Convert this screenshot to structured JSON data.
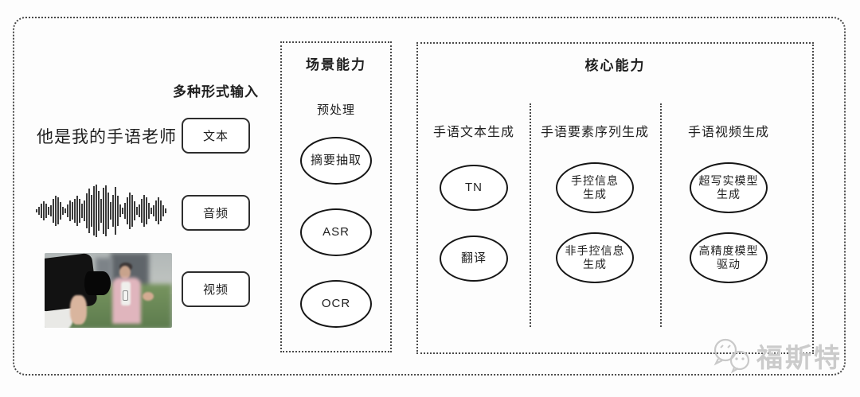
{
  "input_section": {
    "heading": "多种形式输入",
    "text_example": "他是我的手语老师",
    "items": [
      {
        "type": "text",
        "label": "文本"
      },
      {
        "type": "audio",
        "label": "音频"
      },
      {
        "type": "video",
        "label": "视频"
      }
    ]
  },
  "scene_box": {
    "title": "场景能力",
    "stage_label": "预处理",
    "nodes": [
      "摘要抽取",
      "ASR",
      "OCR"
    ]
  },
  "core_box": {
    "title": "核心能力",
    "columns": [
      {
        "header": "手语文本生成",
        "nodes": [
          "TN",
          "翻译"
        ]
      },
      {
        "header": "手语要素序列生成",
        "nodes": [
          "手控信息\n生成",
          "非手控信息\n生成"
        ]
      },
      {
        "header": "手语视频生成",
        "nodes": [
          "超写实模型\n生成",
          "高精度模型\n驱动"
        ]
      }
    ]
  },
  "watermark": {
    "brand": "福斯特",
    "icon": "chat-bubbles-icon"
  },
  "waveform": {
    "bar_heights": [
      4,
      10,
      18,
      24,
      18,
      10,
      14,
      30,
      38,
      34,
      22,
      10,
      6,
      16,
      26,
      22,
      30,
      38,
      30,
      18,
      26,
      44,
      56,
      40,
      62,
      66,
      50,
      30,
      58,
      64,
      46,
      22,
      40,
      60,
      38,
      16,
      8,
      20,
      34,
      46,
      40,
      24,
      10,
      16,
      30,
      40,
      34,
      20,
      8,
      14,
      26,
      34,
      26,
      14,
      6
    ]
  },
  "colors": {
    "line": "#161616",
    "dotted_border": "#4a4a4a",
    "text": "#1f1f1f",
    "watermark": "#cbcbcb",
    "reporter_pink": "#e0b5bd",
    "hedge_green": "#6f8f5a"
  }
}
